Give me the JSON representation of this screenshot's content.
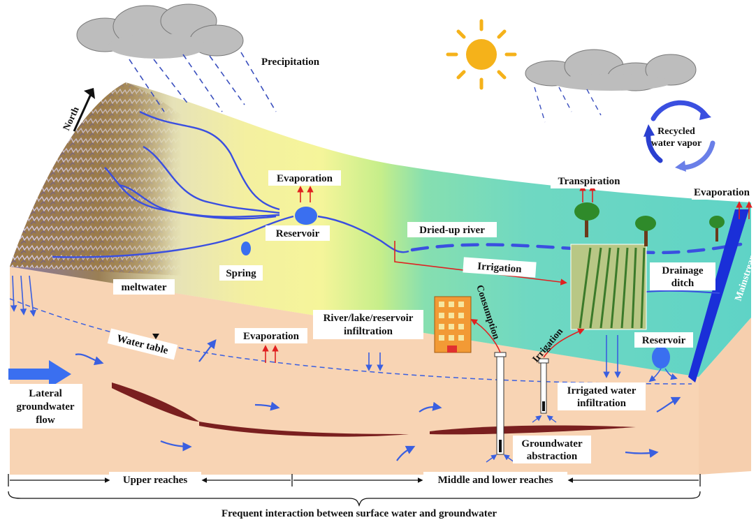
{
  "labels": {
    "precipitation": "Precipitation",
    "north": "North",
    "recycled_line1": "Recycled",
    "recycled_line2": "water vapor",
    "evaporation_reservoir": "Evaporation",
    "transpiration": "Transpiration",
    "evaporation_right": "Evaporation",
    "reservoir_upper": "Reservoir",
    "dried_up_river": "Dried-up river",
    "spring": "Spring",
    "meltwater": "meltwater",
    "irrigation_top": "Irrigation",
    "drainage_line1": "Drainage",
    "drainage_line2": "ditch",
    "mainstream": "Mainstream",
    "consumption": "Consumption",
    "infiltration_line1": "River/lake/reservoir",
    "infiltration_line2": "infiltration",
    "evaporation_middle": "Evaporation",
    "water_table": "Water table",
    "irrigation_well": "Irrigation",
    "reservoir_lower": "Reservoir",
    "lateral_line1": "Lateral",
    "lateral_line2": "groundwater",
    "lateral_line3": "flow",
    "irrigated_line1": "Irrigated water",
    "irrigated_line2": "infiltration",
    "abstraction_line1": "Groundwater",
    "abstraction_line2": "abstraction",
    "upper_reaches": "Upper reaches",
    "middle_lower_reaches": "Middle and lower reaches",
    "bottom_caption": "Frequent interaction between surface water and groundwater"
  },
  "colors": {
    "water": "#3a4fe0",
    "arrow_up": "#e02020",
    "soil": "#f6cfae",
    "clay": "#7a1f1f",
    "sun": "#f5b21a",
    "cloud": "#bdbdbd",
    "mainstream": "#1a2fd8"
  }
}
